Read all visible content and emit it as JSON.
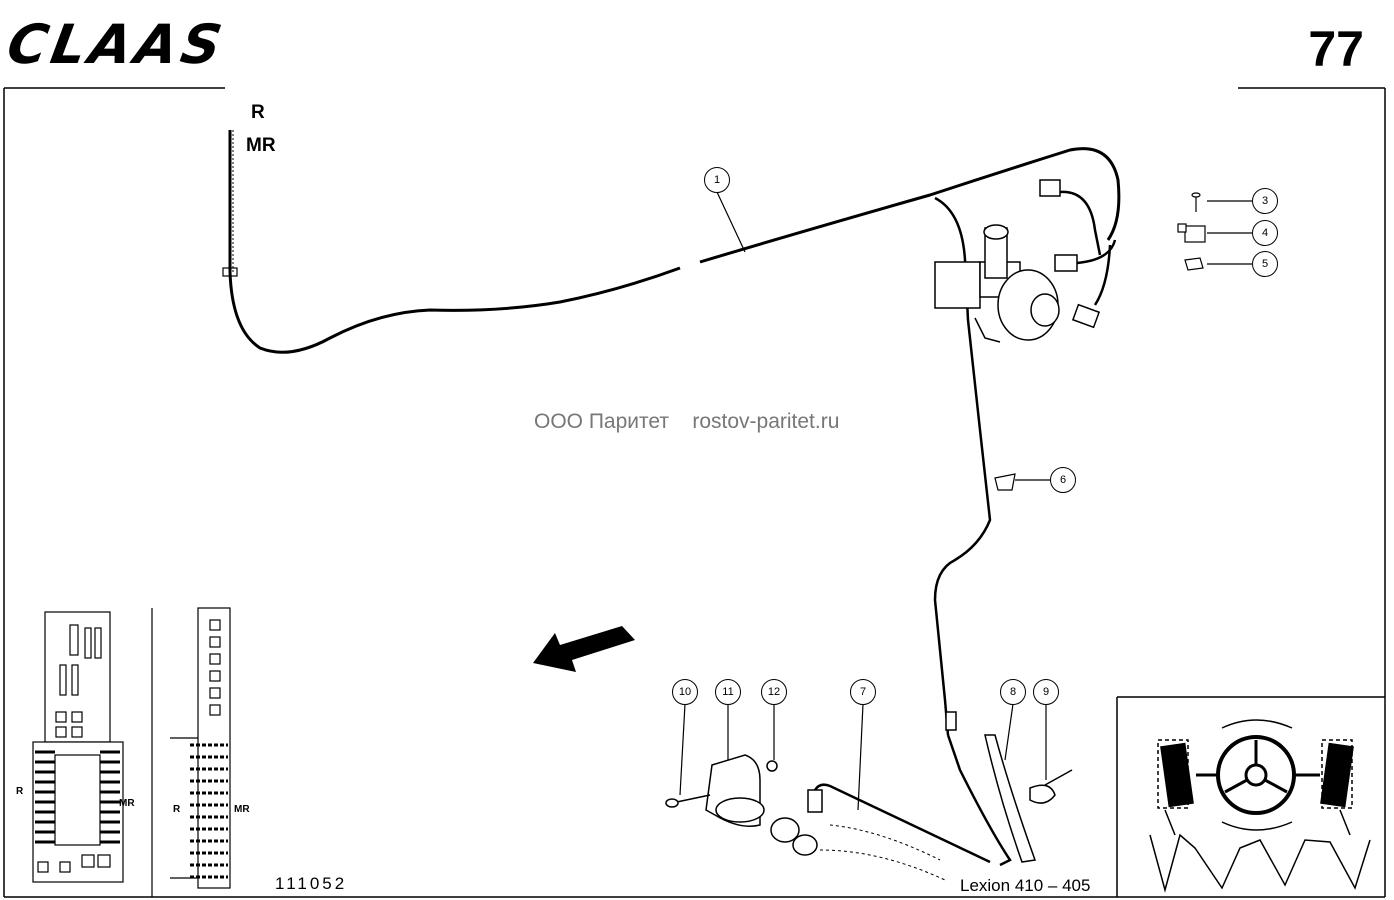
{
  "header": {
    "logo_text": "CLAAS",
    "page_number": "77"
  },
  "harness_labels": {
    "r": "R",
    "mr": "MR"
  },
  "watermark": {
    "text": "ООО Паритет    rostov-paritet.ru"
  },
  "footer": {
    "drawing_number": "111052",
    "model": "Lexion 410 – 405"
  },
  "inset_panel": {
    "r_left": "R",
    "mr_left": "MR",
    "r_right": "R",
    "mr_right": "MR"
  },
  "callouts": [
    "1",
    "3",
    "4",
    "5",
    "6",
    "7",
    "8",
    "9",
    "10",
    "11",
    "12"
  ]
}
